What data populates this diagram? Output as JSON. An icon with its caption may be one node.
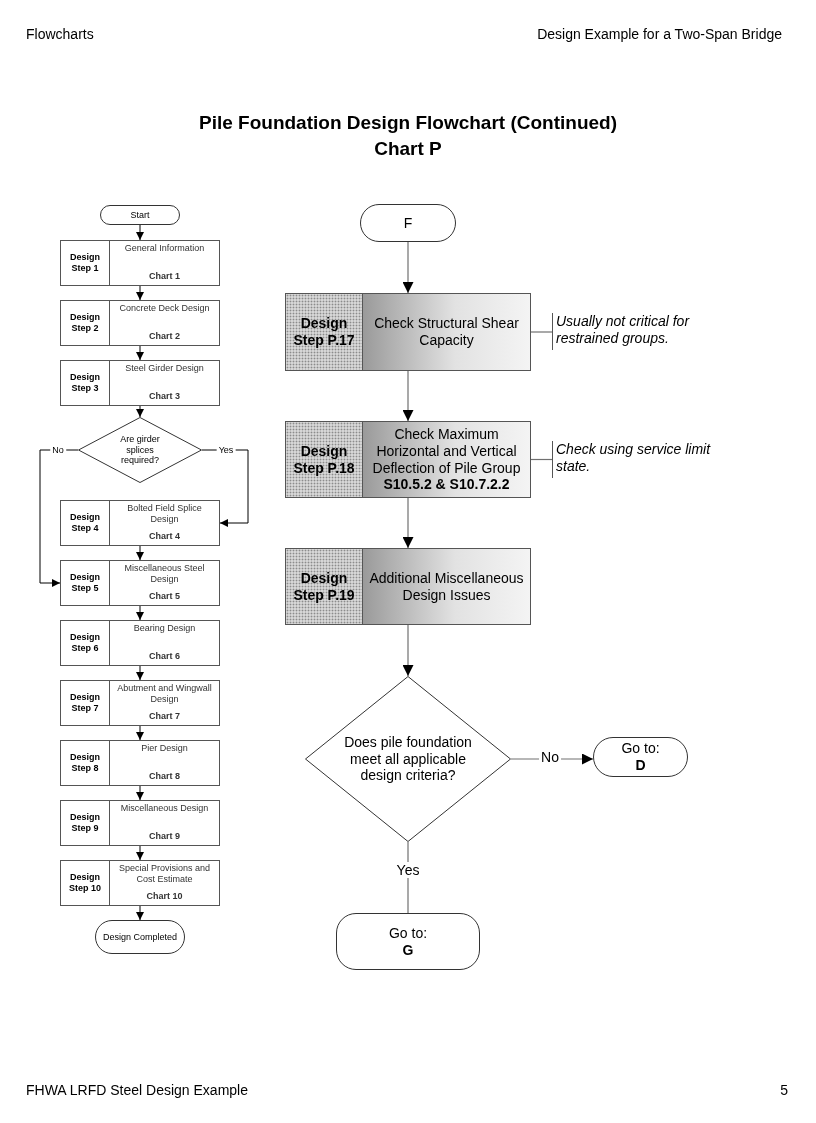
{
  "diagram": {
    "title": "Pile Foundation Design Flowchart (Continued)",
    "nodes": [
      {
        "text": [
          "F"
        ]
      },
      {
        "text": [
          "Design Step P.17",
          "Check Structural Shear Capacity"
        ]
      },
      {
        "text": [
          "Usually not critical for restrained groups."
        ]
      },
      {
        "text": [
          "Design Step P.18",
          "Check Maximum Horizontal and Vertical Deflection of Pile Group",
          "S10.5.2 & S10.7.2.2"
        ]
      },
      {
        "text": [
          "Check using service limit state."
        ]
      },
      {
        "text": [
          "Design Step P.19",
          "Additional Miscellaneous Design Issues"
        ]
      },
      {
        "text": [
          "Does pile foundation meet all applicable design criteria?"
        ]
      },
      {
        "text": [
          "Go to:",
          "D"
        ]
      },
      {
        "text": [
          "Go to:",
          "G"
        ]
      },
      {
        "text": [
          "Start"
        ]
      },
      {
        "text": [
          "Design Step 1",
          "General Information",
          "Chart 1"
        ]
      },
      {
        "text": [
          "Design Step 2",
          "Concrete Deck Design",
          "Chart 2"
        ]
      },
      {
        "text": [
          "Design Step 3",
          "Steel Girder Design",
          "Chart 3"
        ]
      },
      {
        "text": [
          "Are girder splices required?"
        ]
      },
      {
        "text": [
          "Design Step 4",
          "Bolted Field Splice Design",
          "Chart 4"
        ]
      },
      {
        "text": [
          "Design Step 5",
          "Miscellaneous Steel Design",
          "Chart 5"
        ]
      },
      {
        "text": [
          "Design Step 6",
          "Bearing Design",
          "Chart 6"
        ]
      },
      {
        "text": [
          "Design Step 7",
          "Abutment and Wingwall Design",
          "Chart 7"
        ]
      },
      {
        "text": [
          "Design Step 8",
          "Pier Design",
          "Chart 8"
        ]
      },
      {
        "text": [
          "Design Step 9",
          "Miscellaneous Design",
          "Chart 9"
        ]
      },
      {
        "text": [
          "Design Step 10",
          "Special Provisions and Cost Estimate",
          "Chart 10"
        ]
      },
      {
        "text": [
          "Design Completed"
        ]
      }
    ],
    "edges": [
      {
        "from": 0,
        "to": 1,
        "arrow": "to",
        "color": "#707070"
      },
      {
        "from": 1,
        "to": 2,
        "arrow": "none",
        "color": "#707070"
      },
      {
        "from": 1,
        "to": 3,
        "arrow": "to",
        "color": "#707070"
      },
      {
        "from": 3,
        "to": 4,
        "arrow": "none",
        "color": "#707070"
      },
      {
        "from": 3,
        "to": 5,
        "arrow": "to",
        "color": "#707070"
      },
      {
        "from": 5,
        "to": 6,
        "arrow": "to",
        "color": "#707070"
      },
      {
        "from": 6,
        "to": 7,
        "arrow": "to",
        "label": "No",
        "color": "#707070"
      },
      {
        "from": 6,
        "to": 8,
        "arrow": "none",
        "label": "Yes",
        "color": "#707070"
      },
      {
        "from": 9,
        "to": 10,
        "arrow": "to"
      },
      {
        "from": 10,
        "to": 11,
        "arrow": "to"
      },
      {
        "from": 11,
        "to": 12,
        "arrow": "to"
      },
      {
        "from": 12,
        "to": 13,
        "arrow": "to"
      },
      {
        "from": 13,
        "to": 15,
        "arrow": "to",
        "label": "No"
      },
      {
        "from": 13,
        "to": 14,
        "arrow": "to",
        "label": "Yes"
      },
      {
        "from": 14,
        "to": 15,
        "arrow": "to"
      },
      {
        "from": 15,
        "to": 16,
        "arrow": "to"
      },
      {
        "from": 16,
        "to": 17,
        "arrow": "to"
      },
      {
        "from": 17,
        "to": 18,
        "arrow": "to"
      },
      {
        "from": 18,
        "to": 19,
        "arrow": "to"
      },
      {
        "from": 19,
        "to": 20,
        "arrow": "to"
      },
      {
        "from": 20,
        "to": 21,
        "arrow": "to"
      }
    ],
    "labels": [
      "Flowcharts",
      "Design Example for a Two-Span Bridge",
      "Chart P",
      "FHWA LRFD Steel Design Example",
      "5"
    ]
  }
}
